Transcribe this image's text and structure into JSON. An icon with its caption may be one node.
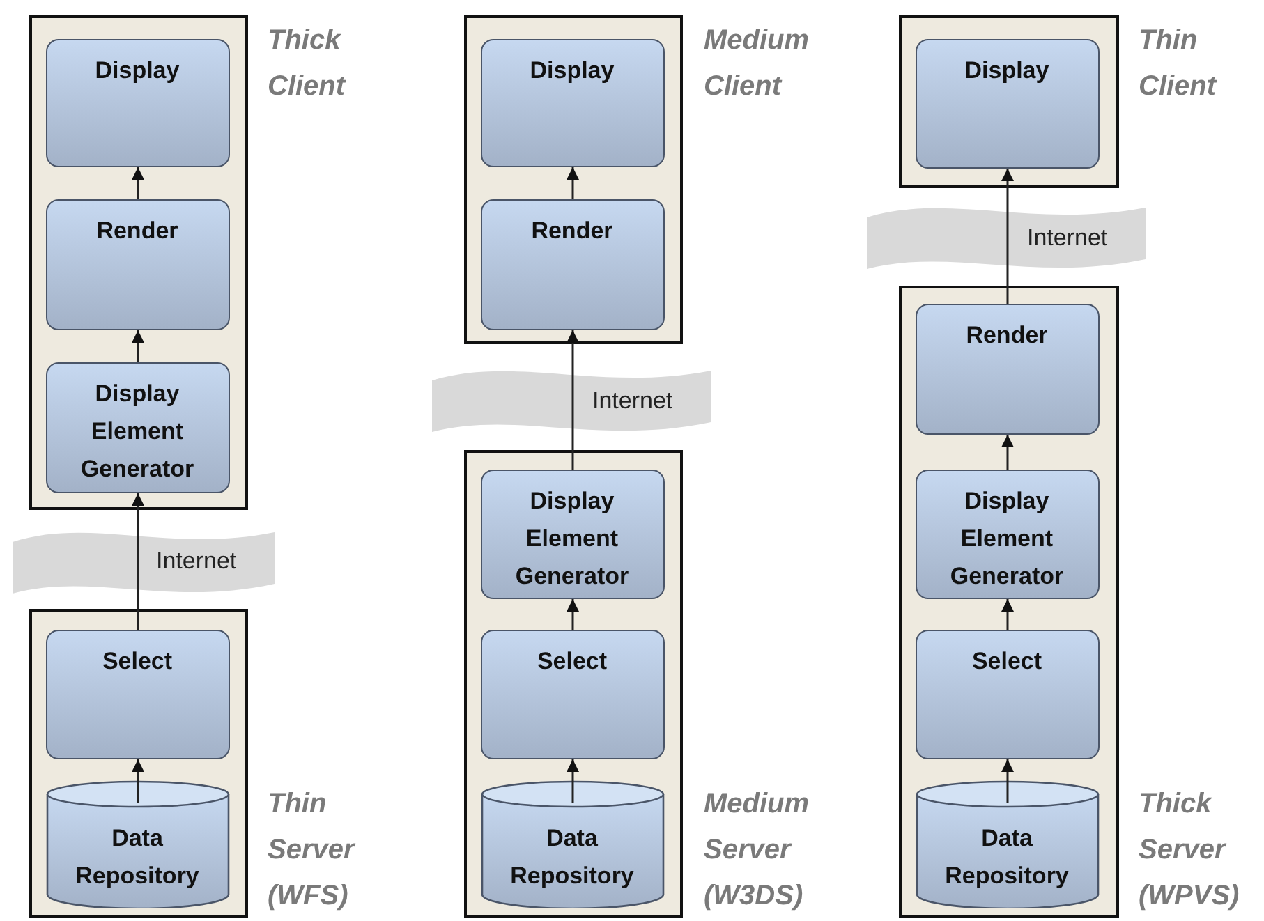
{
  "diagram": {
    "nodes": [
      {
        "text": [],
        "shape": "box",
        "beside": [
          "Thick Client"
        ]
      },
      {
        "text": [
          "Display"
        ],
        "in": 0
      },
      {
        "text": [
          "Render"
        ],
        "in": 0
      },
      {
        "text": [
          "Display Element Generator"
        ],
        "in": 0
      },
      {
        "text": [],
        "shape": "box",
        "beside": [
          "Thin Server (WFS)"
        ]
      },
      {
        "text": [
          "Select"
        ],
        "in": 4
      },
      {
        "text": [
          "Data Repository"
        ],
        "in": 4
      },
      {
        "text": [],
        "shape": "box",
        "beside": [
          "Medium Client"
        ]
      },
      {
        "text": [
          "Display"
        ],
        "in": 7
      },
      {
        "text": [
          "Render"
        ],
        "in": 7
      },
      {
        "text": [],
        "shape": "box",
        "beside": [
          "Medium Server (W3DS)"
        ]
      },
      {
        "text": [
          "Display Element Generator"
        ],
        "in": 10
      },
      {
        "text": [
          "Select"
        ],
        "in": 10
      },
      {
        "text": [
          "Data Repository"
        ],
        "in": 10
      },
      {
        "text": [],
        "shape": "box",
        "beside": [
          "Thin Client"
        ]
      },
      {
        "text": [
          "Display"
        ],
        "in": 14
      },
      {
        "text": [],
        "shape": "box",
        "beside": [
          "Thick Server (WPVS)"
        ]
      },
      {
        "text": [
          "Render"
        ],
        "in": 16
      },
      {
        "text": [
          "Display Element Generator"
        ],
        "in": 16
      },
      {
        "text": [
          "Select"
        ],
        "in": 16
      },
      {
        "text": [
          "Data Repository"
        ],
        "in": 16
      }
    ],
    "edges": [
      {
        "from": 6,
        "to": 5,
        "arrow": "to"
      },
      {
        "from": 5,
        "to": 3,
        "arrow": "to",
        "label": "Internet"
      },
      {
        "from": 3,
        "to": 2,
        "arrow": "to"
      },
      {
        "from": 2,
        "to": 1,
        "arrow": "to"
      },
      {
        "from": 13,
        "to": 12,
        "arrow": "to"
      },
      {
        "from": 12,
        "to": 11,
        "arrow": "to"
      },
      {
        "from": 11,
        "to": 9,
        "arrow": "to",
        "label": "Internet"
      },
      {
        "from": 9,
        "to": 8,
        "arrow": "to"
      },
      {
        "from": 20,
        "to": 19,
        "arrow": "to"
      },
      {
        "from": 19,
        "to": 18,
        "arrow": "to"
      },
      {
        "from": 18,
        "to": 17,
        "arrow": "to"
      },
      {
        "from": 17,
        "to": 15,
        "arrow": "to",
        "label": "Internet"
      }
    ]
  }
}
